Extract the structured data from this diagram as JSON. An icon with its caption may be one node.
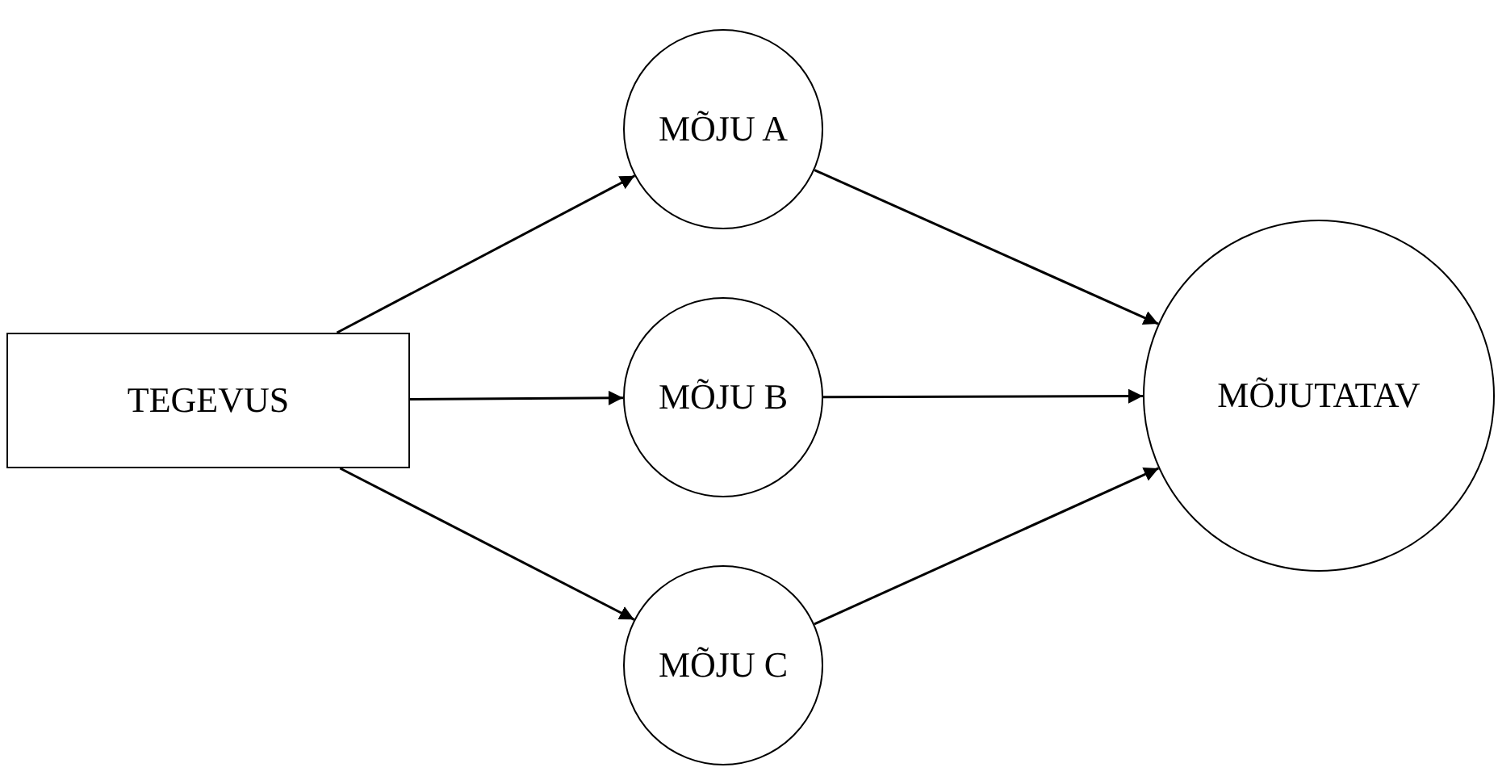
{
  "diagram": {
    "nodes": [
      {
        "text": [
          "TEGEVUS"
        ]
      },
      {
        "text": [
          "MÕJU A"
        ]
      },
      {
        "text": [
          "MÕJU B"
        ]
      },
      {
        "text": [
          "MÕJU C"
        ]
      },
      {
        "text": [
          "MÕJUTATAV"
        ]
      }
    ],
    "edges": [
      {
        "from": 0,
        "to": 1,
        "arrow": "to"
      },
      {
        "from": 0,
        "to": 2,
        "arrow": "to"
      },
      {
        "from": 0,
        "to": 3,
        "arrow": "to"
      },
      {
        "from": 1,
        "to": 4,
        "arrow": "to"
      },
      {
        "from": 2,
        "to": 4,
        "arrow": "to"
      },
      {
        "from": 3,
        "to": 4,
        "arrow": "to"
      }
    ]
  }
}
